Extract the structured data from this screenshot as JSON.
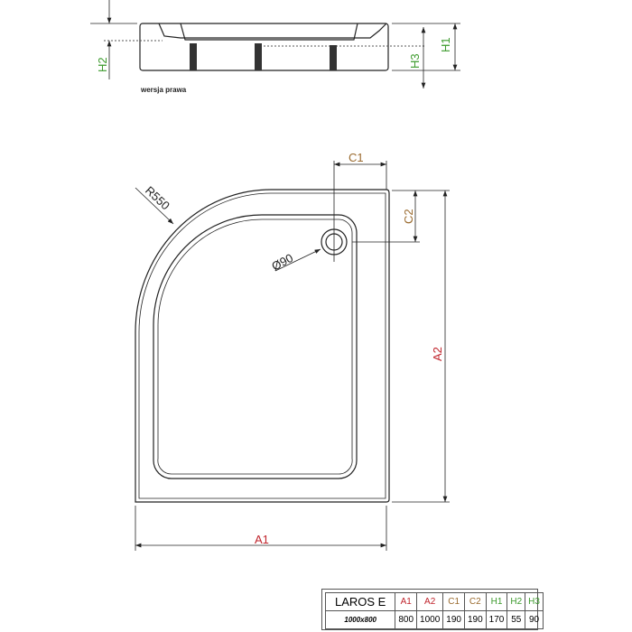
{
  "side_view": {
    "note": "wersja prawa",
    "labels": {
      "h1": "H1",
      "h2": "H2",
      "h3": "H3"
    }
  },
  "plan_view": {
    "labels": {
      "a1": "A1",
      "a2": "A2",
      "c1": "C1",
      "c2": "C2",
      "radius": "R550",
      "drain": "Ø90"
    }
  },
  "spec_table": {
    "model": "LAROS E",
    "size": "1000x800",
    "headers": [
      "A1",
      "A2",
      "C1",
      "C2",
      "H1",
      "H2",
      "H3"
    ],
    "values": [
      "800",
      "1000",
      "190",
      "190",
      "170",
      "55",
      "90"
    ]
  },
  "colors": {
    "a_dims": "#c0242c",
    "c_dims": "#9a6a2e",
    "h_dims": "#3c9a2c"
  }
}
